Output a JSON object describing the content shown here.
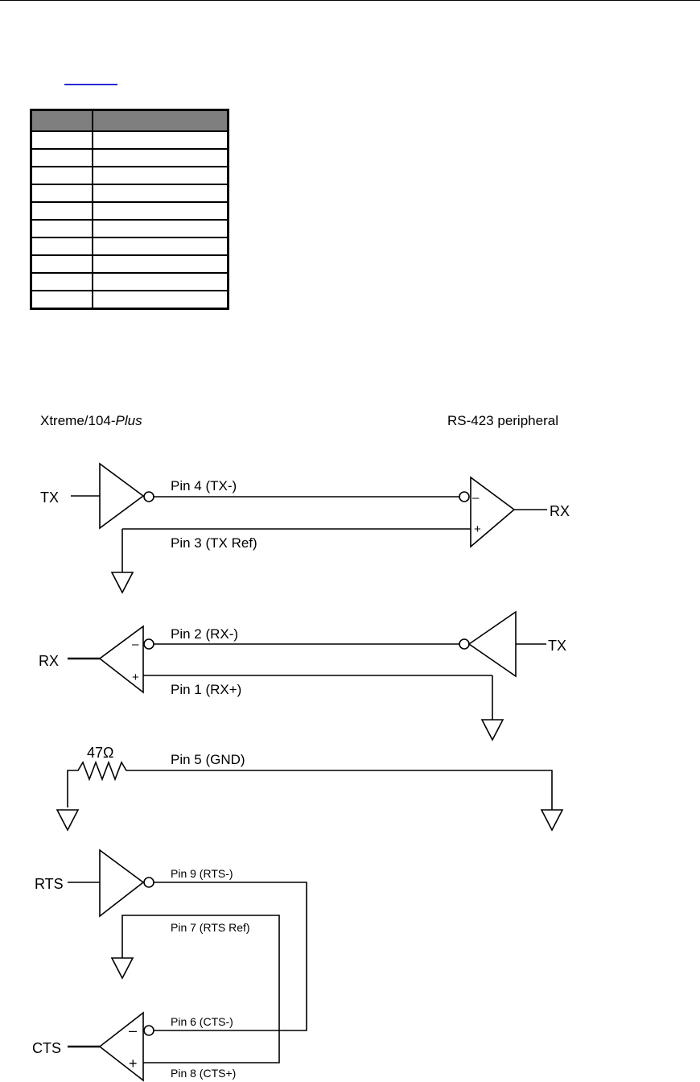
{
  "header": {
    "left_title": "Xtreme/104-",
    "left_title_italic": "Plus",
    "right_title": "RS-423 peripheral"
  },
  "tx_section": {
    "tx_label": "TX",
    "pin_tx_minus": "Pin 4 (TX-)",
    "pin_tx_ref": "Pin 3 (TX Ref)",
    "rx_label": "RX"
  },
  "rx_section": {
    "rx_label": "RX",
    "pin_rx_minus": "Pin 2 (RX-)",
    "pin_rx_plus": "Pin 1 (RX+)",
    "tx_label": "TX"
  },
  "gnd_section": {
    "resistor_label": "47Ω",
    "pin_gnd": "Pin 5 (GND)"
  },
  "handshake_section": {
    "rts_label": "RTS",
    "pin_rts_minus": "Pin 9 (RTS-)",
    "pin_rts_ref": "Pin 7 (RTS Ref)",
    "cts_label": "CTS",
    "pin_cts_minus": "Pin 6 (CTS-)",
    "pin_cts_plus": "Pin 8 (CTS+)"
  },
  "signs": {
    "plus": "+",
    "minus": "–"
  }
}
